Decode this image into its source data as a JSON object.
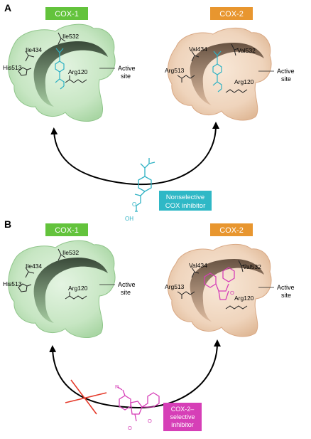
{
  "panel_a": {
    "letter": "A",
    "cox1_label": "COX-1",
    "cox2_label": "COX-2",
    "cox1_residues": {
      "ile532": "Ile532",
      "ile434": "Ile434",
      "his513": "His513",
      "arg120": "Arg120"
    },
    "cox2_residues": {
      "val434": "Val434",
      "val532": "Val532",
      "arg513": "Arg513",
      "arg120": "Arg120"
    },
    "active_site_line1": "Active",
    "active_site_line2": "site",
    "inhibitor_line1": "Nonselective",
    "inhibitor_line2": "COX inhibitor",
    "atom_oh": "OH",
    "atom_o": "O"
  },
  "panel_b": {
    "letter": "B",
    "cox1_label": "COX-1",
    "cox2_label": "COX-2",
    "cox1_residues": {
      "ile532": "Ile532",
      "ile434": "Ile434",
      "his513": "His513",
      "arg120": "Arg120"
    },
    "cox2_residues": {
      "val434": "Val434",
      "val532": "Val532",
      "arg513": "Arg513",
      "arg120": "Arg120"
    },
    "active_site_line1": "Active",
    "active_site_line2": "site",
    "inhibitor_line1": "COX-2–",
    "inhibitor_line2": "selective",
    "inhibitor_line3": "inhibitor",
    "atom_r": "R",
    "atom_o": "O"
  },
  "colors": {
    "cox1_label_bg": "#63c33c",
    "cox2_label_bg": "#e8962f",
    "cox1_enzyme": "#cfe9cc",
    "cox2_enzyme": "#f3dcc6",
    "nonselective_bg": "#2fb8c6",
    "selective_bg": "#d63fb7",
    "ibuprofen": "#2fb2c4",
    "rofecoxib": "#d63fb7",
    "blocked_mark": "#e53a2a"
  },
  "icons": {
    "blocked": "x-mark-icon",
    "arrow": "arrowhead-icon"
  }
}
